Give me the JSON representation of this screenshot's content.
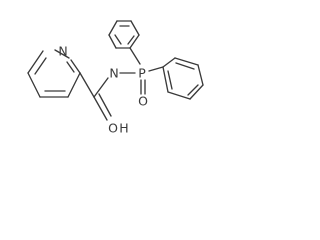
{
  "molecule": {
    "atoms": {
      "pyridine_n": "N",
      "amide_n": "N",
      "amide_o": "O",
      "amide_h": "H",
      "phosphorus": "P",
      "phosphoryl_o": "O"
    },
    "colors": {
      "bond": "#3a3a3a",
      "label": "#3a3a3a",
      "background": "#ffffff"
    }
  }
}
